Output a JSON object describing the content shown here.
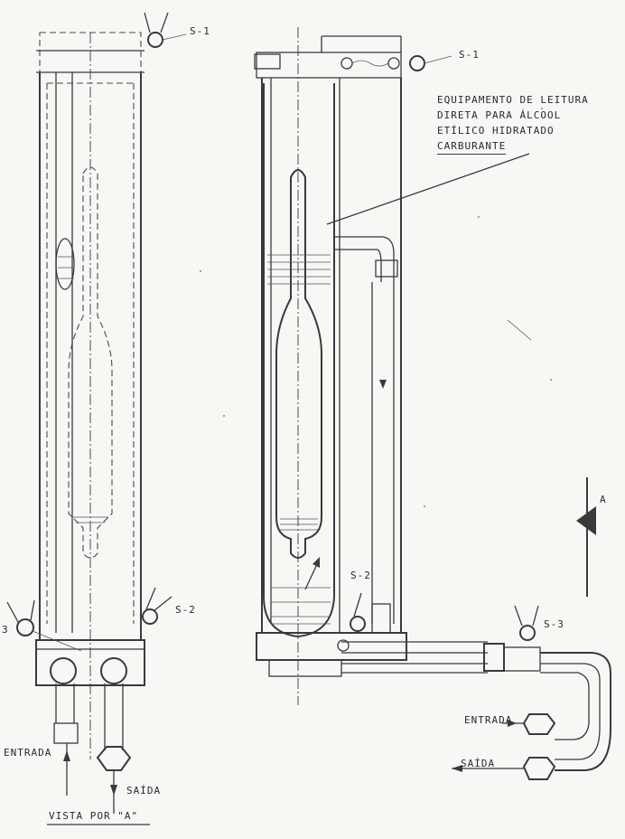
{
  "labels": {
    "s1_left": "S-1",
    "s1_right": "S-1",
    "s2_left": "S-2",
    "s2_right": "S-2",
    "s3_left": "3",
    "s3_right": "S-3",
    "entrada_left": "ENTRADA",
    "saida_left": "SAÍDA",
    "entrada_right": "ENTRADA",
    "saida_right": "SAÍDA",
    "view_title": "VISTA POR \"A\"",
    "view_marker": "A"
  },
  "note": {
    "line1": "EQUIPAMENTO DE LEITURA",
    "line2": "DIRETA PARA ÁLCOOL",
    "line3": "ETÍLICO HIDRATADO",
    "line4": "CARBURANTE"
  }
}
